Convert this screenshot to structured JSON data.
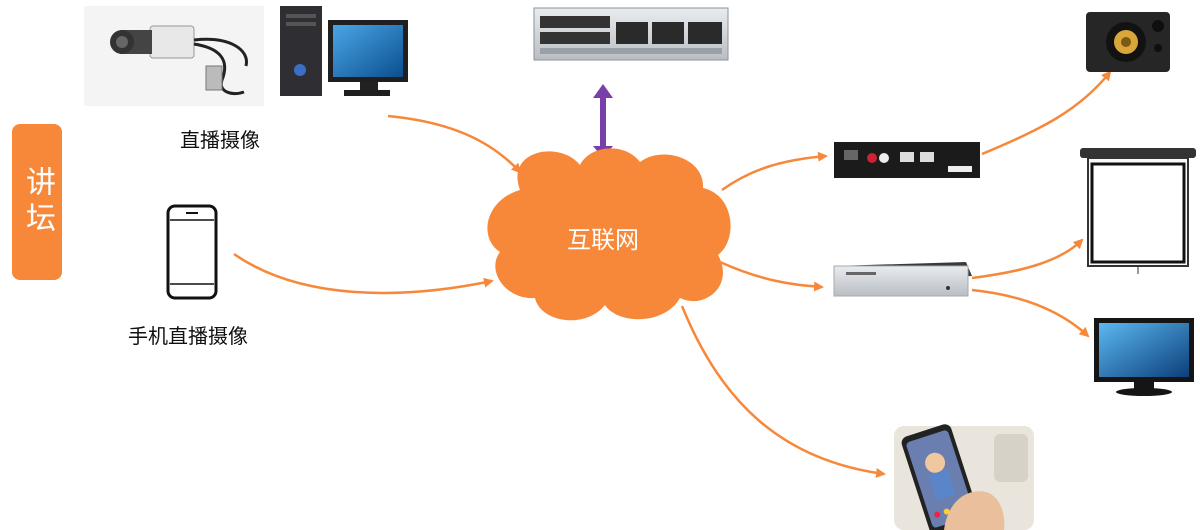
{
  "side_tab": {
    "label": "讲坛"
  },
  "sources": {
    "live_camera_label": "直播摄像",
    "phone_camera_label": "手机直播摄像"
  },
  "hub": {
    "label": "互联网"
  },
  "colors": {
    "accent": "#f7883a",
    "bidirectional_arrow": "#7a3ea8"
  }
}
